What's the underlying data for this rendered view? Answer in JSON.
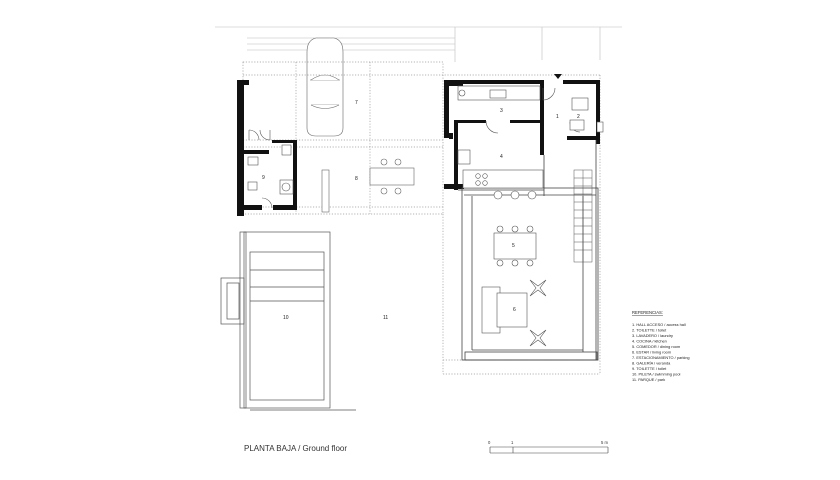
{
  "title": "PLANTA BAJA / Ground floor",
  "rooms": [
    "1",
    "2",
    "3",
    "4",
    "5",
    "6",
    "7",
    "8",
    "9",
    "10",
    "11"
  ],
  "legend": {
    "heading": "REFERENCIAS:",
    "items": [
      "1.    HALL ACCESO / access hall",
      "2.    TOILETTE / toilet",
      "3.    LAVADERO / laundry",
      "4.    COCINA / kitchen",
      "5.    COMEDOR / dining room",
      "6.    ESTAR / living room",
      "7.    ESTACIONAMIENTO / parking",
      "8.    GALERÍA / veranda",
      "9.    TOILETTE / toilet",
      "10.  PILETA / swimming pool",
      "11.  PARQUE / park"
    ]
  },
  "scale": {
    "labels": [
      "0",
      "1",
      "5 m"
    ]
  }
}
